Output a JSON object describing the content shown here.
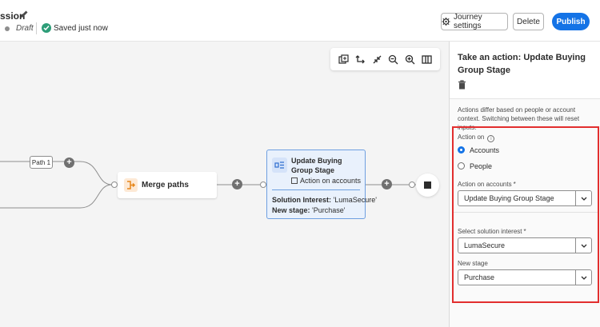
{
  "header": {
    "title_fragment": "ssion",
    "status": "Draft",
    "saved_text": "Saved just now",
    "journey_settings_label": "Journey settings",
    "delete_label": "Delete",
    "publish_label": "Publish"
  },
  "canvas": {
    "path_label": "Path 1",
    "merge_node_label": "Merge paths",
    "action_node": {
      "title": "Update Buying Group Stage",
      "subtitle": "Action on accounts",
      "solution_interest_label": "Solution Interest:",
      "solution_interest_value": "'LumaSecure'",
      "new_stage_label": "New stage:",
      "new_stage_value": "'Purchase'"
    },
    "plus_symbol": "+"
  },
  "panel": {
    "title": "Take an action: Update Buying Group Stage",
    "note": "Actions differ based on people or account context. Switching between these will reset inputs.",
    "action_on_label": "Action on",
    "info_glyph": "i",
    "options": [
      "Accounts",
      "People"
    ],
    "selected_option": "Accounts",
    "action_on_accounts_label": "Action on accounts",
    "action_on_accounts_value": "Update Buying Group Stage",
    "solution_interest_label": "Select solution interest",
    "solution_interest_value": "LumaSecure",
    "new_stage_label": "New stage",
    "new_stage_value": "Purchase",
    "required_marker": "*"
  },
  "colors": {
    "accent": "#1473e6",
    "saved_check": "#2d9d78",
    "highlight_border": "#e22e2e",
    "action_node_bg": "#e9f1fc"
  }
}
